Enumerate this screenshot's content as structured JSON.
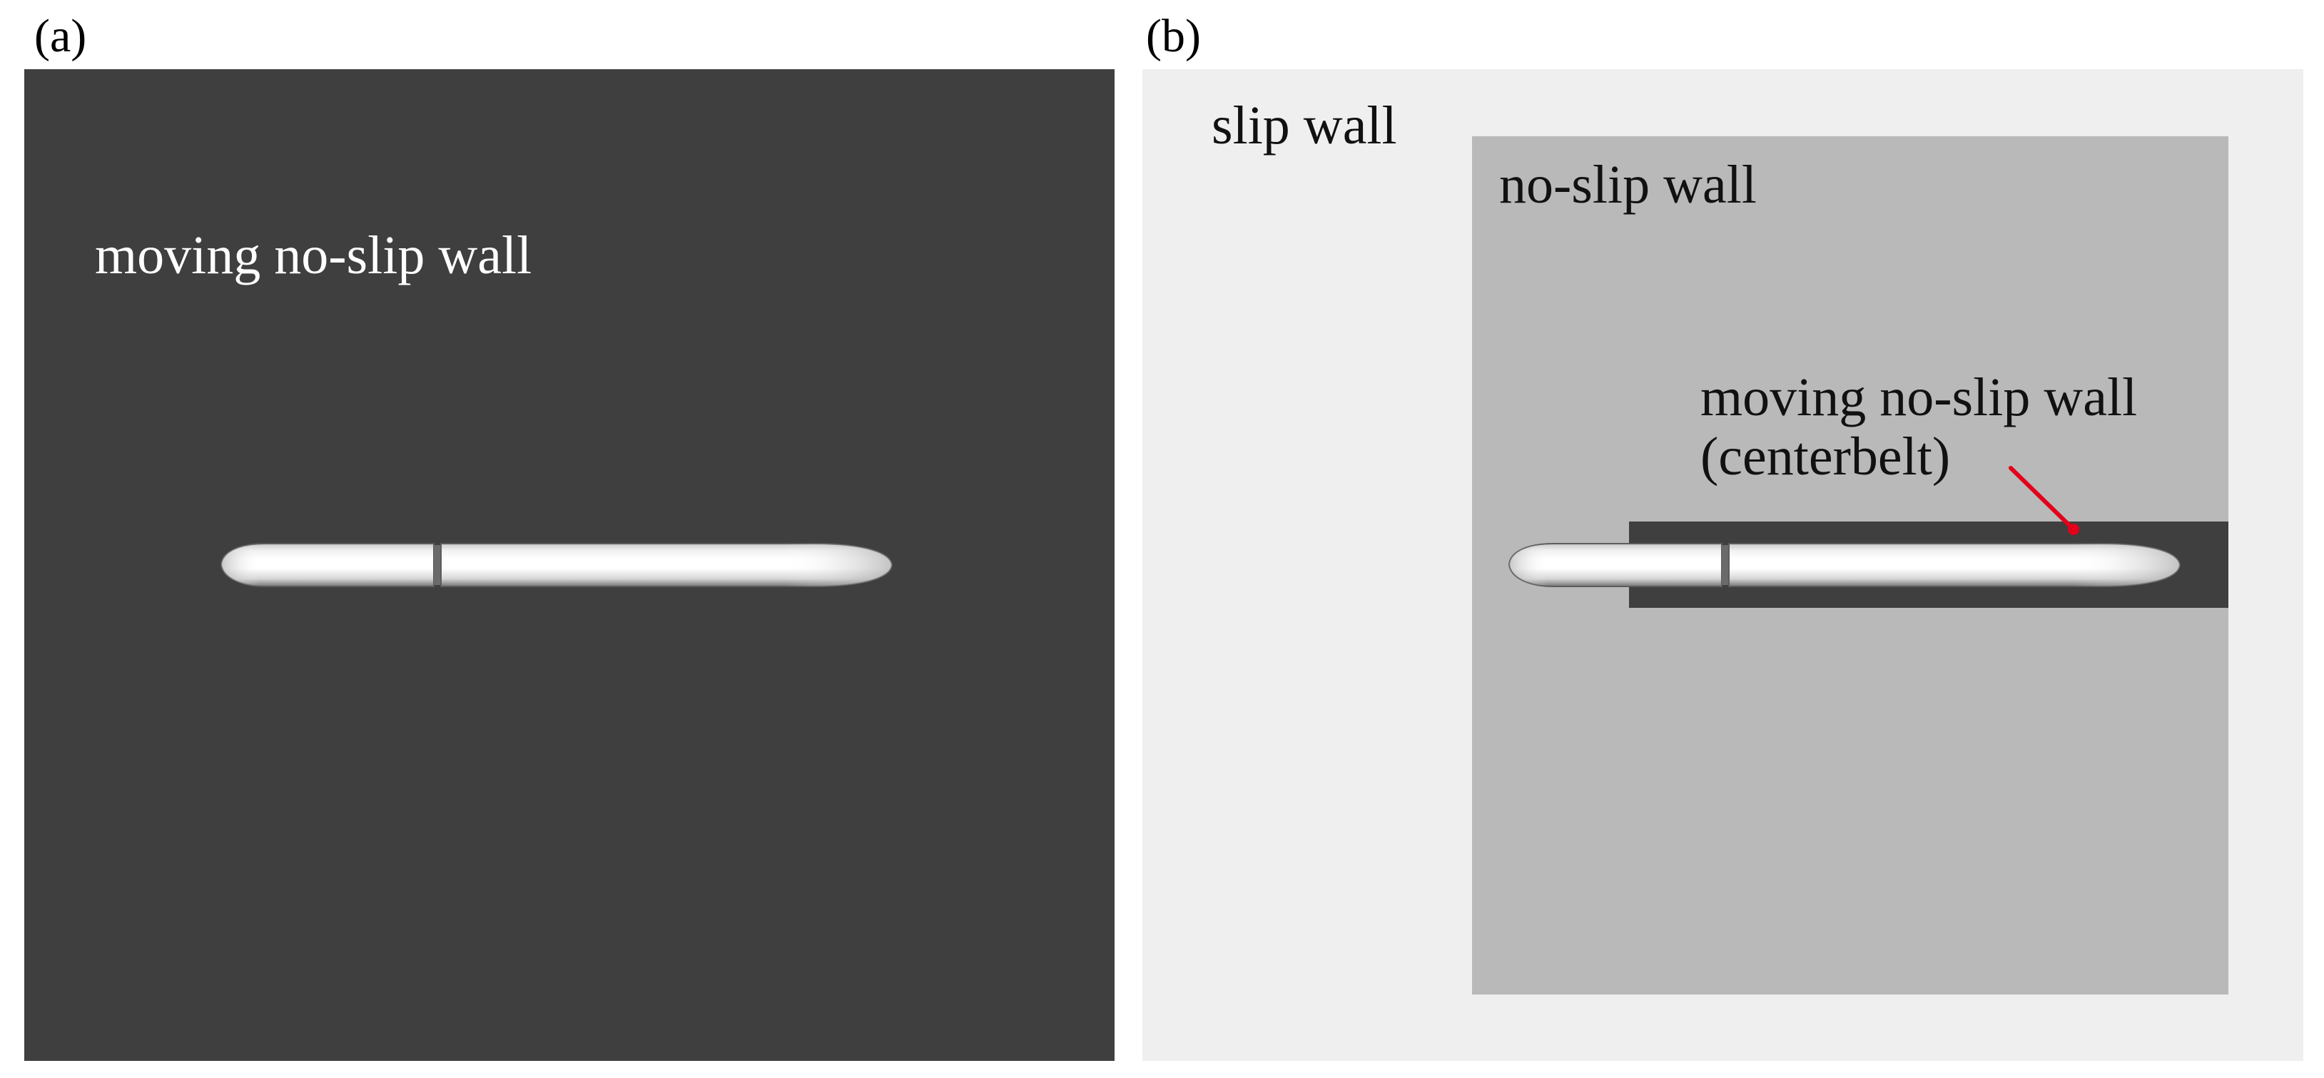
{
  "panel_a": {
    "label": "(a)",
    "region_label": "moving no-slip wall"
  },
  "panel_b": {
    "label": "(b)",
    "outer_region_label": "slip wall",
    "inner_region_label": "no-slip wall",
    "belt_label_line1": "moving no-slip wall",
    "belt_label_line2": "(centerbelt)"
  },
  "colors": {
    "moving_wall": "#3f3f3f",
    "slip_wall": "#efefef",
    "no_slip_wall": "#b9b9b9",
    "leader_arrow": "#e3001b"
  }
}
